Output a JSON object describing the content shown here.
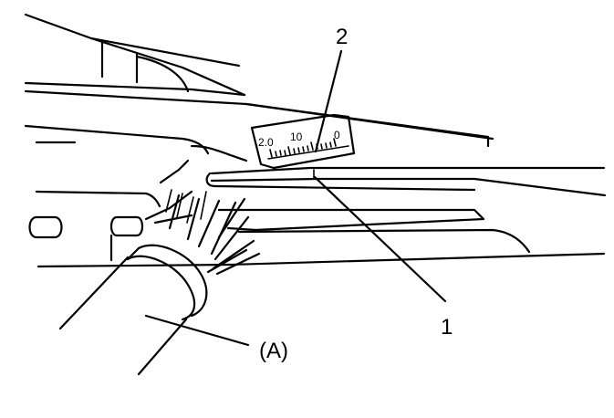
{
  "callouts": {
    "one": "1",
    "two": "2",
    "a": "(A)"
  },
  "scale": {
    "left": "2.0",
    "mid": "10",
    "right": "0"
  }
}
